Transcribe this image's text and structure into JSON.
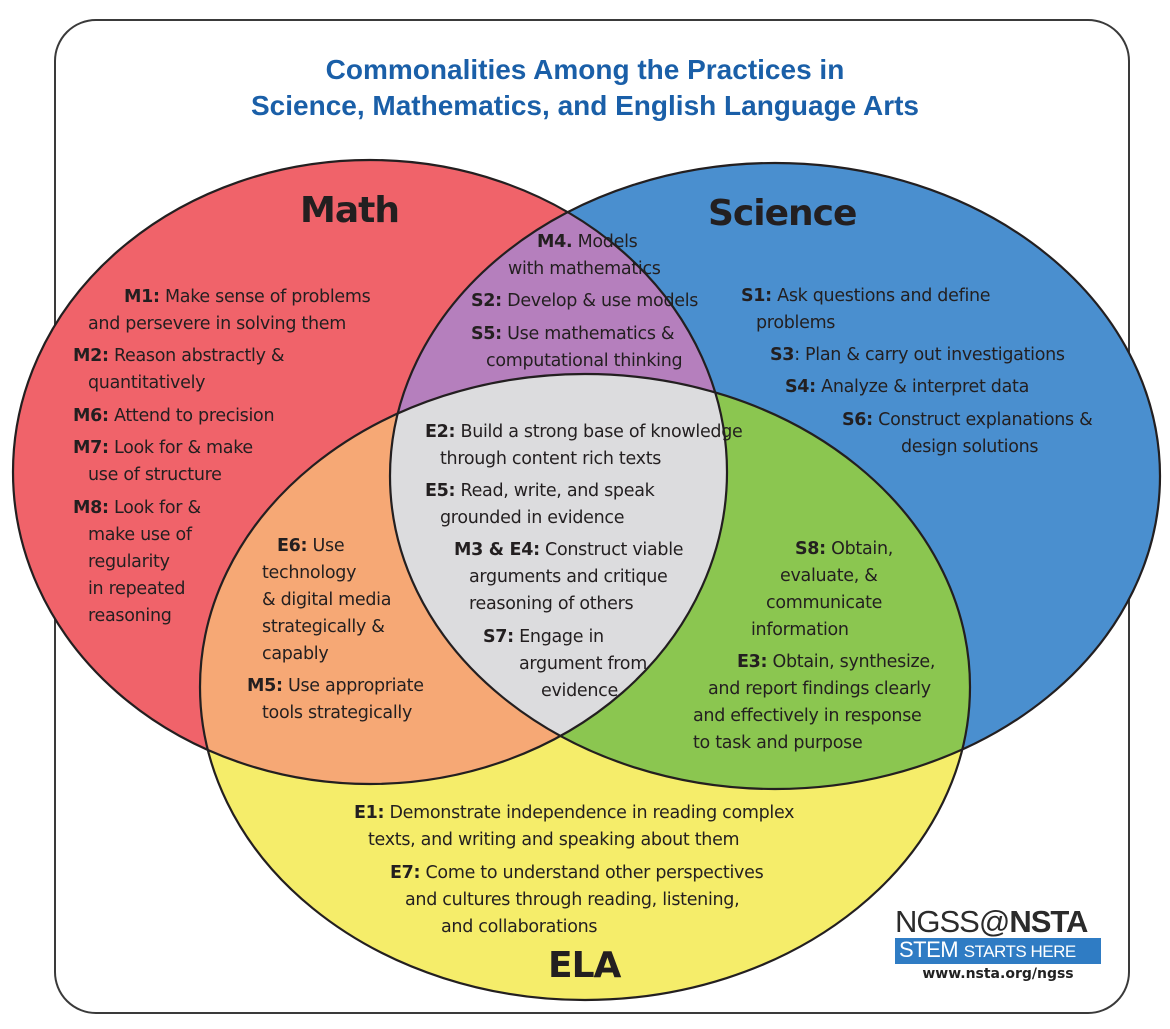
{
  "title": {
    "line1": "Commonalities Among the Practices in",
    "line2": "Science, Mathematics, and English Language Arts",
    "color": "#1a5fa8"
  },
  "colors": {
    "math": "#f0636a",
    "science": "#4a8fcf",
    "ela": "#f5ed6a",
    "math_science": "#b57fbd",
    "math_ela": "#f6a875",
    "science_ela": "#8bc650",
    "all_three": "#dcdcde",
    "outline": "#231f20"
  },
  "circles": {
    "math": {
      "label": "Math"
    },
    "science": {
      "label": "Science"
    },
    "ela": {
      "label": "ELA"
    }
  },
  "math_only": [
    {
      "code": "M1:",
      "text": " Make sense of problems",
      "cont": [
        "and persevere in solving them"
      ]
    },
    {
      "code": "M2:",
      "text": " Reason abstractly &",
      "cont": [
        "quantitatively"
      ]
    },
    {
      "code": "M6:",
      "text": " Attend to precision",
      "cont": []
    },
    {
      "code": "M7:",
      "text": " Look for & make",
      "cont": [
        "use of structure"
      ]
    },
    {
      "code": "M8:",
      "text": " Look for &",
      "cont": [
        "make use of",
        "regularity",
        "in repeated",
        "reasoning"
      ]
    }
  ],
  "math_science": [
    {
      "code": "M4.",
      "text": " Models",
      "cont": [
        "with mathematics"
      ]
    },
    {
      "code": "S2:",
      "text": " Develop & use models",
      "cont": []
    },
    {
      "code": "S5:",
      "text": " Use mathematics &",
      "cont": [
        "computational thinking"
      ]
    }
  ],
  "science_only": [
    {
      "code": "S1:",
      "text": " Ask questions and define",
      "cont": [
        "problems"
      ]
    },
    {
      "code": "S3",
      "text": ": Plan & carry out investigations",
      "cont": []
    },
    {
      "code": "S4:",
      "text": " Analyze & interpret data",
      "cont": []
    },
    {
      "code": "S6:",
      "text": " Construct explanations &",
      "cont": [
        "design solutions"
      ]
    }
  ],
  "all_three": [
    {
      "code": "E2:",
      "text": " Build a strong base of knowledge",
      "cont": [
        "through content rich texts"
      ]
    },
    {
      "code": "E5:",
      "text": " Read, write, and speak",
      "cont": [
        "grounded in evidence"
      ]
    },
    {
      "code": "M3 & E4:",
      "text": " Construct viable",
      "cont": [
        "arguments and critique",
        "reasoning of others"
      ]
    },
    {
      "code": "S7:",
      "text": " Engage in",
      "cont": [
        "argument from",
        "evidence"
      ]
    }
  ],
  "math_ela": [
    {
      "code": "E6:",
      "text": " Use",
      "cont": [
        "technology",
        "& digital media",
        "strategically &",
        "capably"
      ]
    },
    {
      "code": "M5:",
      "text": " Use appropriate",
      "cont": [
        "tools strategically"
      ]
    }
  ],
  "science_ela": [
    {
      "code": "S8:",
      "text": " Obtain,",
      "cont": [
        "evaluate, &",
        "communicate",
        "information"
      ]
    },
    {
      "code": "E3:",
      "text": " Obtain, synthesize,",
      "cont": [
        "and report findings clearly",
        "and effectively in response",
        "to task and purpose"
      ]
    }
  ],
  "ela_only": [
    {
      "code": "E1:",
      "text": " Demonstrate independence in reading complex",
      "cont": [
        "texts, and writing and speaking about them"
      ]
    },
    {
      "code": "E7:",
      "text": " Come to understand other perspectives",
      "cont": [
        "and cultures through reading, listening,",
        "and collaborations"
      ]
    }
  ],
  "logo": {
    "ngss": "NGSS@",
    "nsta": "NSTA",
    "band_big": "STEM",
    "band_small": "STARTS HERE",
    "url": "www.nsta.org/ngss"
  }
}
